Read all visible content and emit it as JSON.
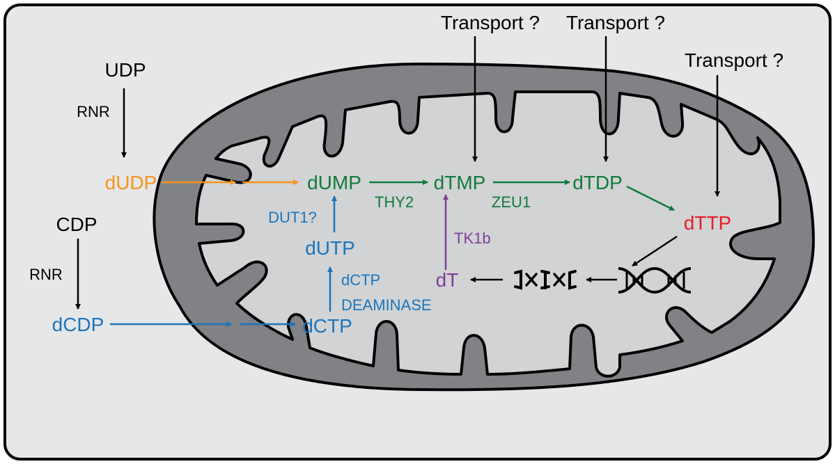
{
  "colors": {
    "background": "#e6e7e8",
    "outer_membrane": "#808285",
    "matrix": "#d1d3d4",
    "black": "#000000",
    "orange": "#f7941d",
    "blue": "#1c75bc",
    "green": "#127a3c",
    "purple": "#7f3f98",
    "red": "#ed1c24"
  },
  "labels": {
    "udp": "UDP",
    "rnr_top": "RNR",
    "dudp": "dUDP",
    "cdp": "CDP",
    "rnr_bottom": "RNR",
    "dcdp": "dCDP",
    "dctp": "dCTP",
    "dctp_deaminase_line1": "dCTP",
    "dctp_deaminase_line2": "DEAMINASE",
    "dutp": "dUTP",
    "dut1": "DUT1?",
    "dump": "dUMP",
    "thy2": "THY2",
    "dtmp": "dTMP",
    "zeu1": "ZEU1",
    "dtdp": "dTDP",
    "dttp": "dTTP",
    "tk1b": "TK1b",
    "dt": "dT",
    "transport_1": "Transport ?",
    "transport_2": "Transport ?",
    "transport_3": "Transport ?"
  },
  "icons": {
    "dna": "dna-helix-icon",
    "fragments": "dna-fragment-icons"
  }
}
